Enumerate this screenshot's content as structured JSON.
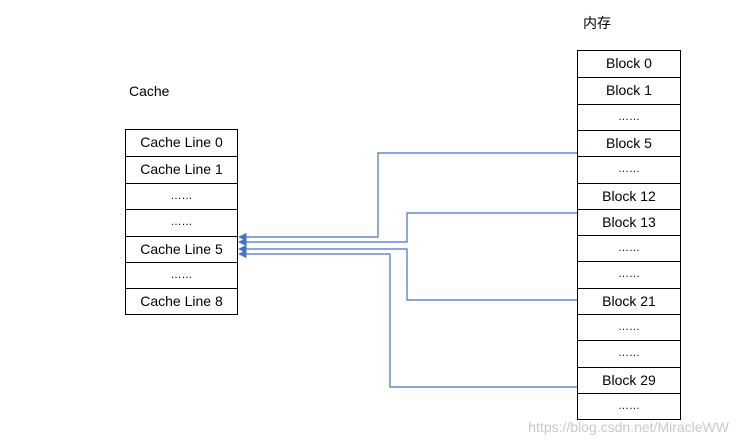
{
  "diagram": {
    "cache_title": "Cache",
    "memory_title": "内存",
    "cache_rows": [
      {
        "text": "Cache Line 0",
        "dots": false
      },
      {
        "text": "Cache Line 1",
        "dots": false
      },
      {
        "text": "……",
        "dots": true
      },
      {
        "text": "……",
        "dots": true
      },
      {
        "text": "Cache Line 5",
        "dots": false
      },
      {
        "text": "……",
        "dots": true
      },
      {
        "text": "Cache Line 8",
        "dots": false
      }
    ],
    "memory_rows": [
      {
        "text": "Block 0",
        "dots": false
      },
      {
        "text": "Block 1",
        "dots": false
      },
      {
        "text": "……",
        "dots": true
      },
      {
        "text": "Block 5",
        "dots": false
      },
      {
        "text": "……",
        "dots": true
      },
      {
        "text": "Block 12",
        "dots": false
      },
      {
        "text": "Block 13",
        "dots": false
      },
      {
        "text": "……",
        "dots": true
      },
      {
        "text": "……",
        "dots": true
      },
      {
        "text": "Block 21",
        "dots": false
      },
      {
        "text": "……",
        "dots": true
      },
      {
        "text": "……",
        "dots": true
      },
      {
        "text": "Block 29",
        "dots": false
      },
      {
        "text": "……",
        "dots": true
      }
    ],
    "connections": [
      {
        "from": "Block 5",
        "to": "Cache Line 5"
      },
      {
        "from": "Block 13",
        "to": "Cache Line 5"
      },
      {
        "from": "Block 21",
        "to": "Cache Line 5"
      },
      {
        "from": "Block 29",
        "to": "Cache Line 5"
      }
    ],
    "arrow_color": "#4472c4"
  },
  "watermark": "https://blog.csdn.net/MiracleWW"
}
